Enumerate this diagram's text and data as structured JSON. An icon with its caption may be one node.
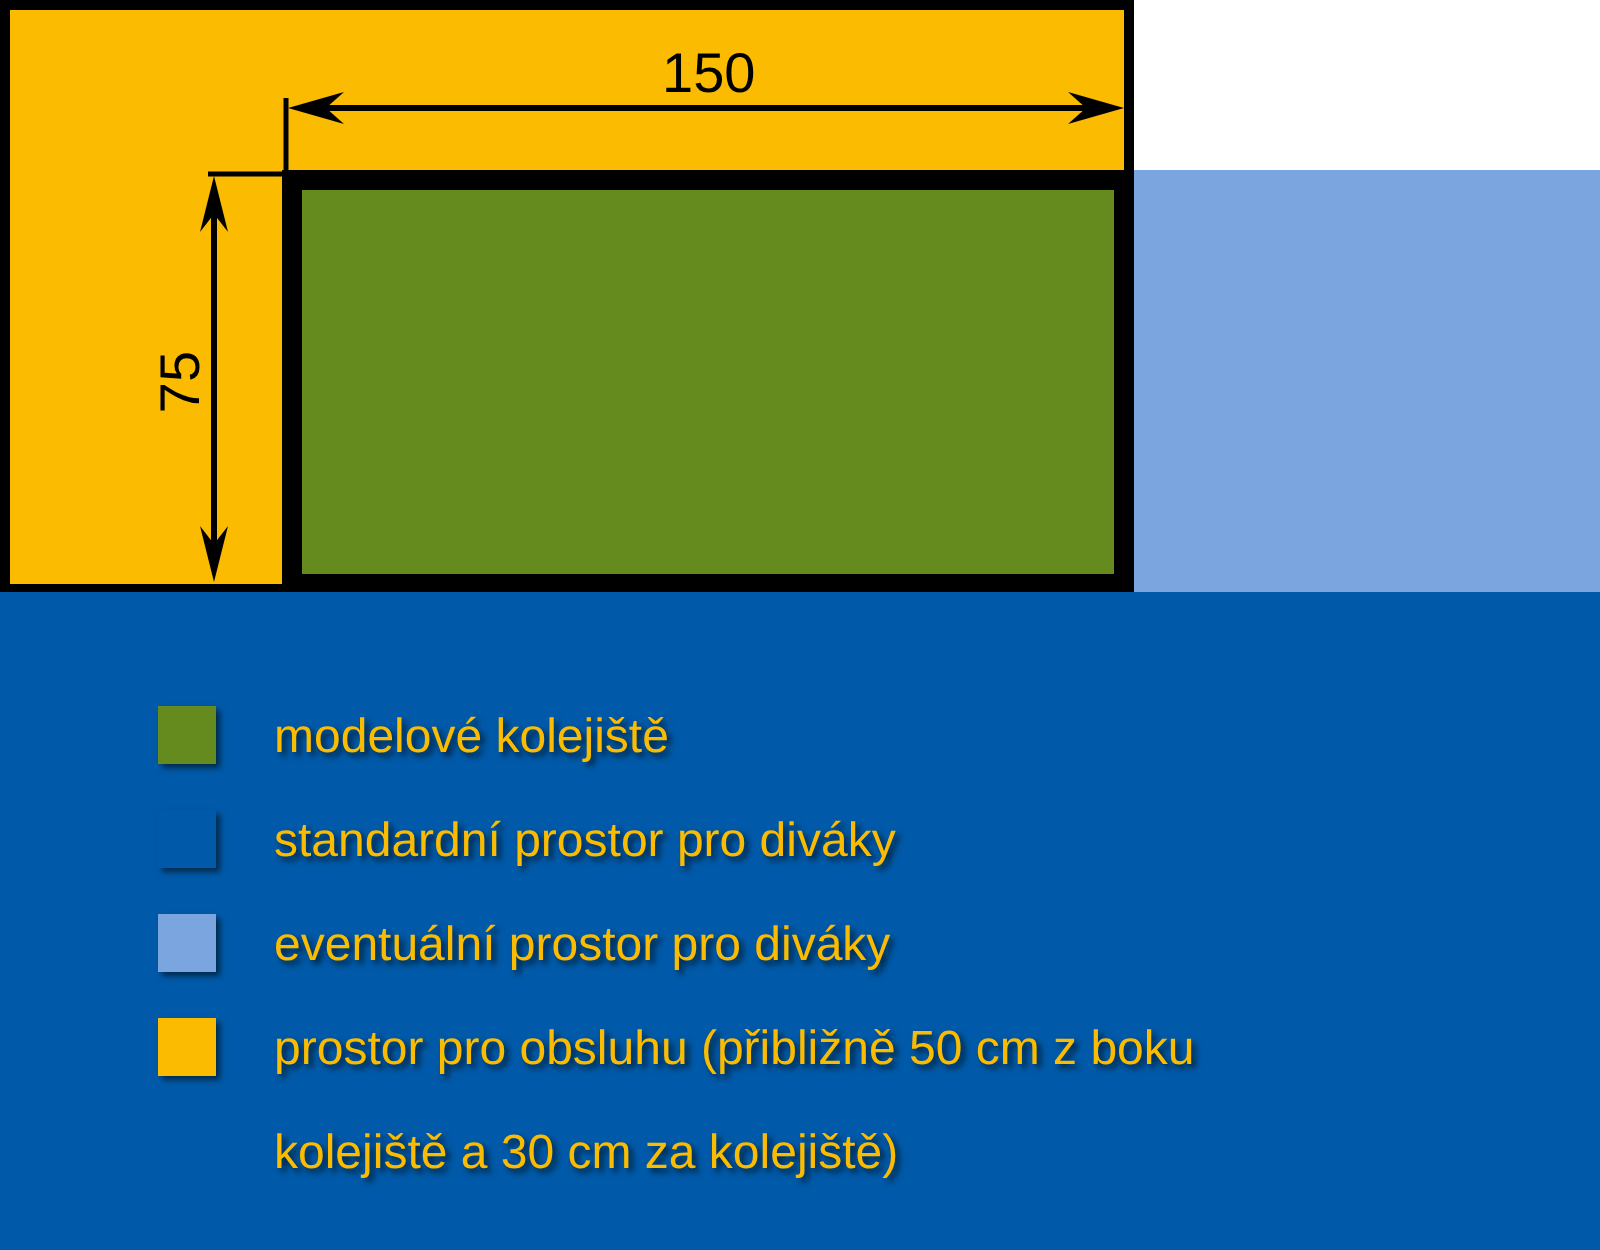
{
  "diagram": {
    "nodes": [
      {
        "text": [],
        "shape": "box"
      },
      {
        "text": [],
        "shape": "box",
        "in": 0
      },
      {
        "text": [],
        "shape": "box"
      },
      {
        "text": [],
        "shape": "box"
      }
    ],
    "labels": [
      "150",
      "75"
    ],
    "legend": [
      {
        "text": "modelové kolejiště",
        "color": "#658a1e"
      },
      {
        "text": "standardní prostor pro diváky",
        "color": "#005aa9"
      },
      {
        "text": "eventuální prostor pro diváky",
        "color": "#7ba5de"
      },
      {
        "text": "prostor pro obsluhu (přibližně 50 cm z boku kolejiště a 30 cm za kolejiště)",
        "color": "#fbbb00"
      }
    ]
  }
}
